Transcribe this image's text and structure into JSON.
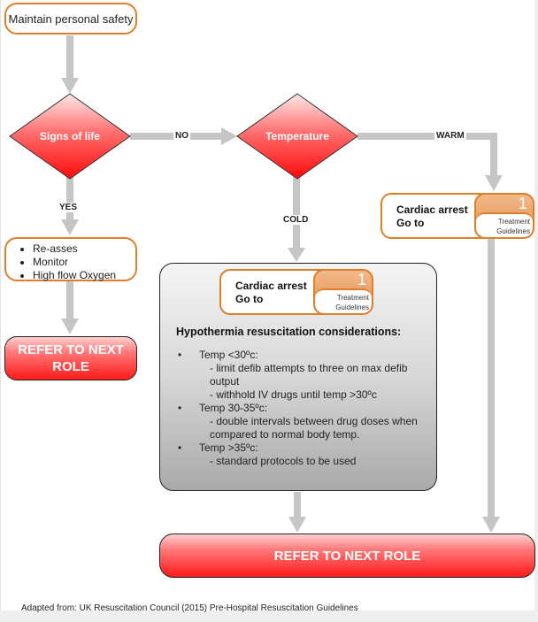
{
  "start": {
    "label": "Maintain personal safety"
  },
  "decisions": {
    "signs_of_life": "Signs of life",
    "temperature": "Temperature"
  },
  "edges": {
    "no": "NO",
    "yes": "YES",
    "cold": "COLD",
    "warm": "WARM"
  },
  "yes_actions": [
    "Re-asses",
    "Monitor",
    "High flow Oxygen"
  ],
  "refer_small": {
    "label": "REFER TO NEXT ROLE"
  },
  "cardiac_box": {
    "line1": "Cardiac arrest",
    "line2": "Go to",
    "number": "1",
    "sub1": "Treatment",
    "sub2": "Guidelines"
  },
  "hypothermia": {
    "title": "Hypothermia resuscitation considerations:",
    "items": [
      {
        "heading": "Temp <30ºc:",
        "details": [
          "- limit defib attempts to three on max defib output",
          "- withhold IV drugs until temp >30ºc"
        ]
      },
      {
        "heading": "Temp 30-35ºc:",
        "details": [
          "- double intervals between drug doses when compared to normal body temp."
        ]
      },
      {
        "heading": "Temp >35ºc:",
        "details": [
          "- standard protocols to be used"
        ]
      }
    ]
  },
  "refer_big": {
    "label": "REFER TO NEXT ROLE"
  },
  "footer": "Adapted from: UK Resuscitation Council (2015) Pre-Hospital Resuscitation Guidelines",
  "colors": {
    "accent_orange": "#e07f2a",
    "alert_red": "#ff1a1a",
    "connector_grey": "#c6c6c6"
  }
}
